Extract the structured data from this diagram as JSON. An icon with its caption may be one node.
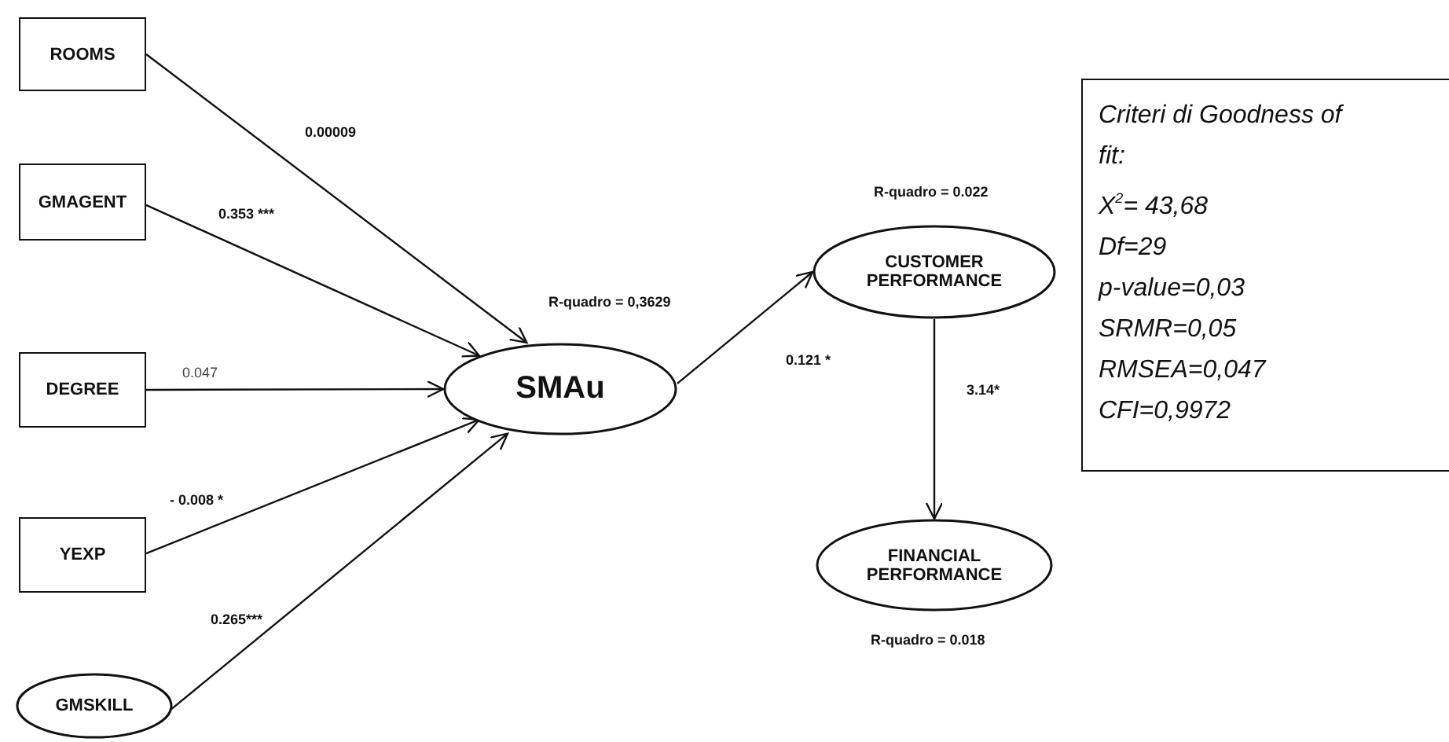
{
  "diagram": {
    "nodes": [
      {
        "text": [
          "ROOMS"
        ]
      },
      {
        "text": [
          "GMAGENT"
        ]
      },
      {
        "text": [
          "DEGREE"
        ]
      },
      {
        "text": [
          "YEXP"
        ]
      },
      {
        "text": [
          "GMSKILL"
        ]
      },
      {
        "text": [
          "SMAu"
        ],
        "beside": [
          "R-quadro = 0,3629"
        ]
      },
      {
        "text": [
          "CUSTOMER PERFORMANCE"
        ],
        "beside": [
          "R-quadro = 0.022"
        ]
      },
      {
        "text": [
          "FINANCIAL PERFORMANCE"
        ],
        "beside": [
          "R-quadro = 0.018"
        ]
      },
      {
        "text": [
          "Criteri di Goodness of fit:",
          "X$^{2}$= 43,68",
          "Df=29",
          "p-value=0,03",
          "SRMR=0,05",
          "RMSEA=0,047",
          "CFI=0,9972"
        ]
      }
    ],
    "edges": [
      {
        "from": 0,
        "to": 5,
        "arrow": "to",
        "label": "0.00009"
      },
      {
        "from": 1,
        "to": 5,
        "arrow": "to",
        "label": "0.353 ***"
      },
      {
        "from": 2,
        "to": 5,
        "arrow": "to",
        "label": "0.047"
      },
      {
        "from": 3,
        "to": 5,
        "arrow": "to",
        "label": "- 0.008  *"
      },
      {
        "from": 4,
        "to": 5,
        "arrow": "to",
        "label": "0.265***"
      },
      {
        "from": 5,
        "to": 6,
        "arrow": "to",
        "label": "0.121 *"
      },
      {
        "from": 6,
        "to": 7,
        "arrow": "to",
        "label": "3.14*"
      }
    ]
  }
}
